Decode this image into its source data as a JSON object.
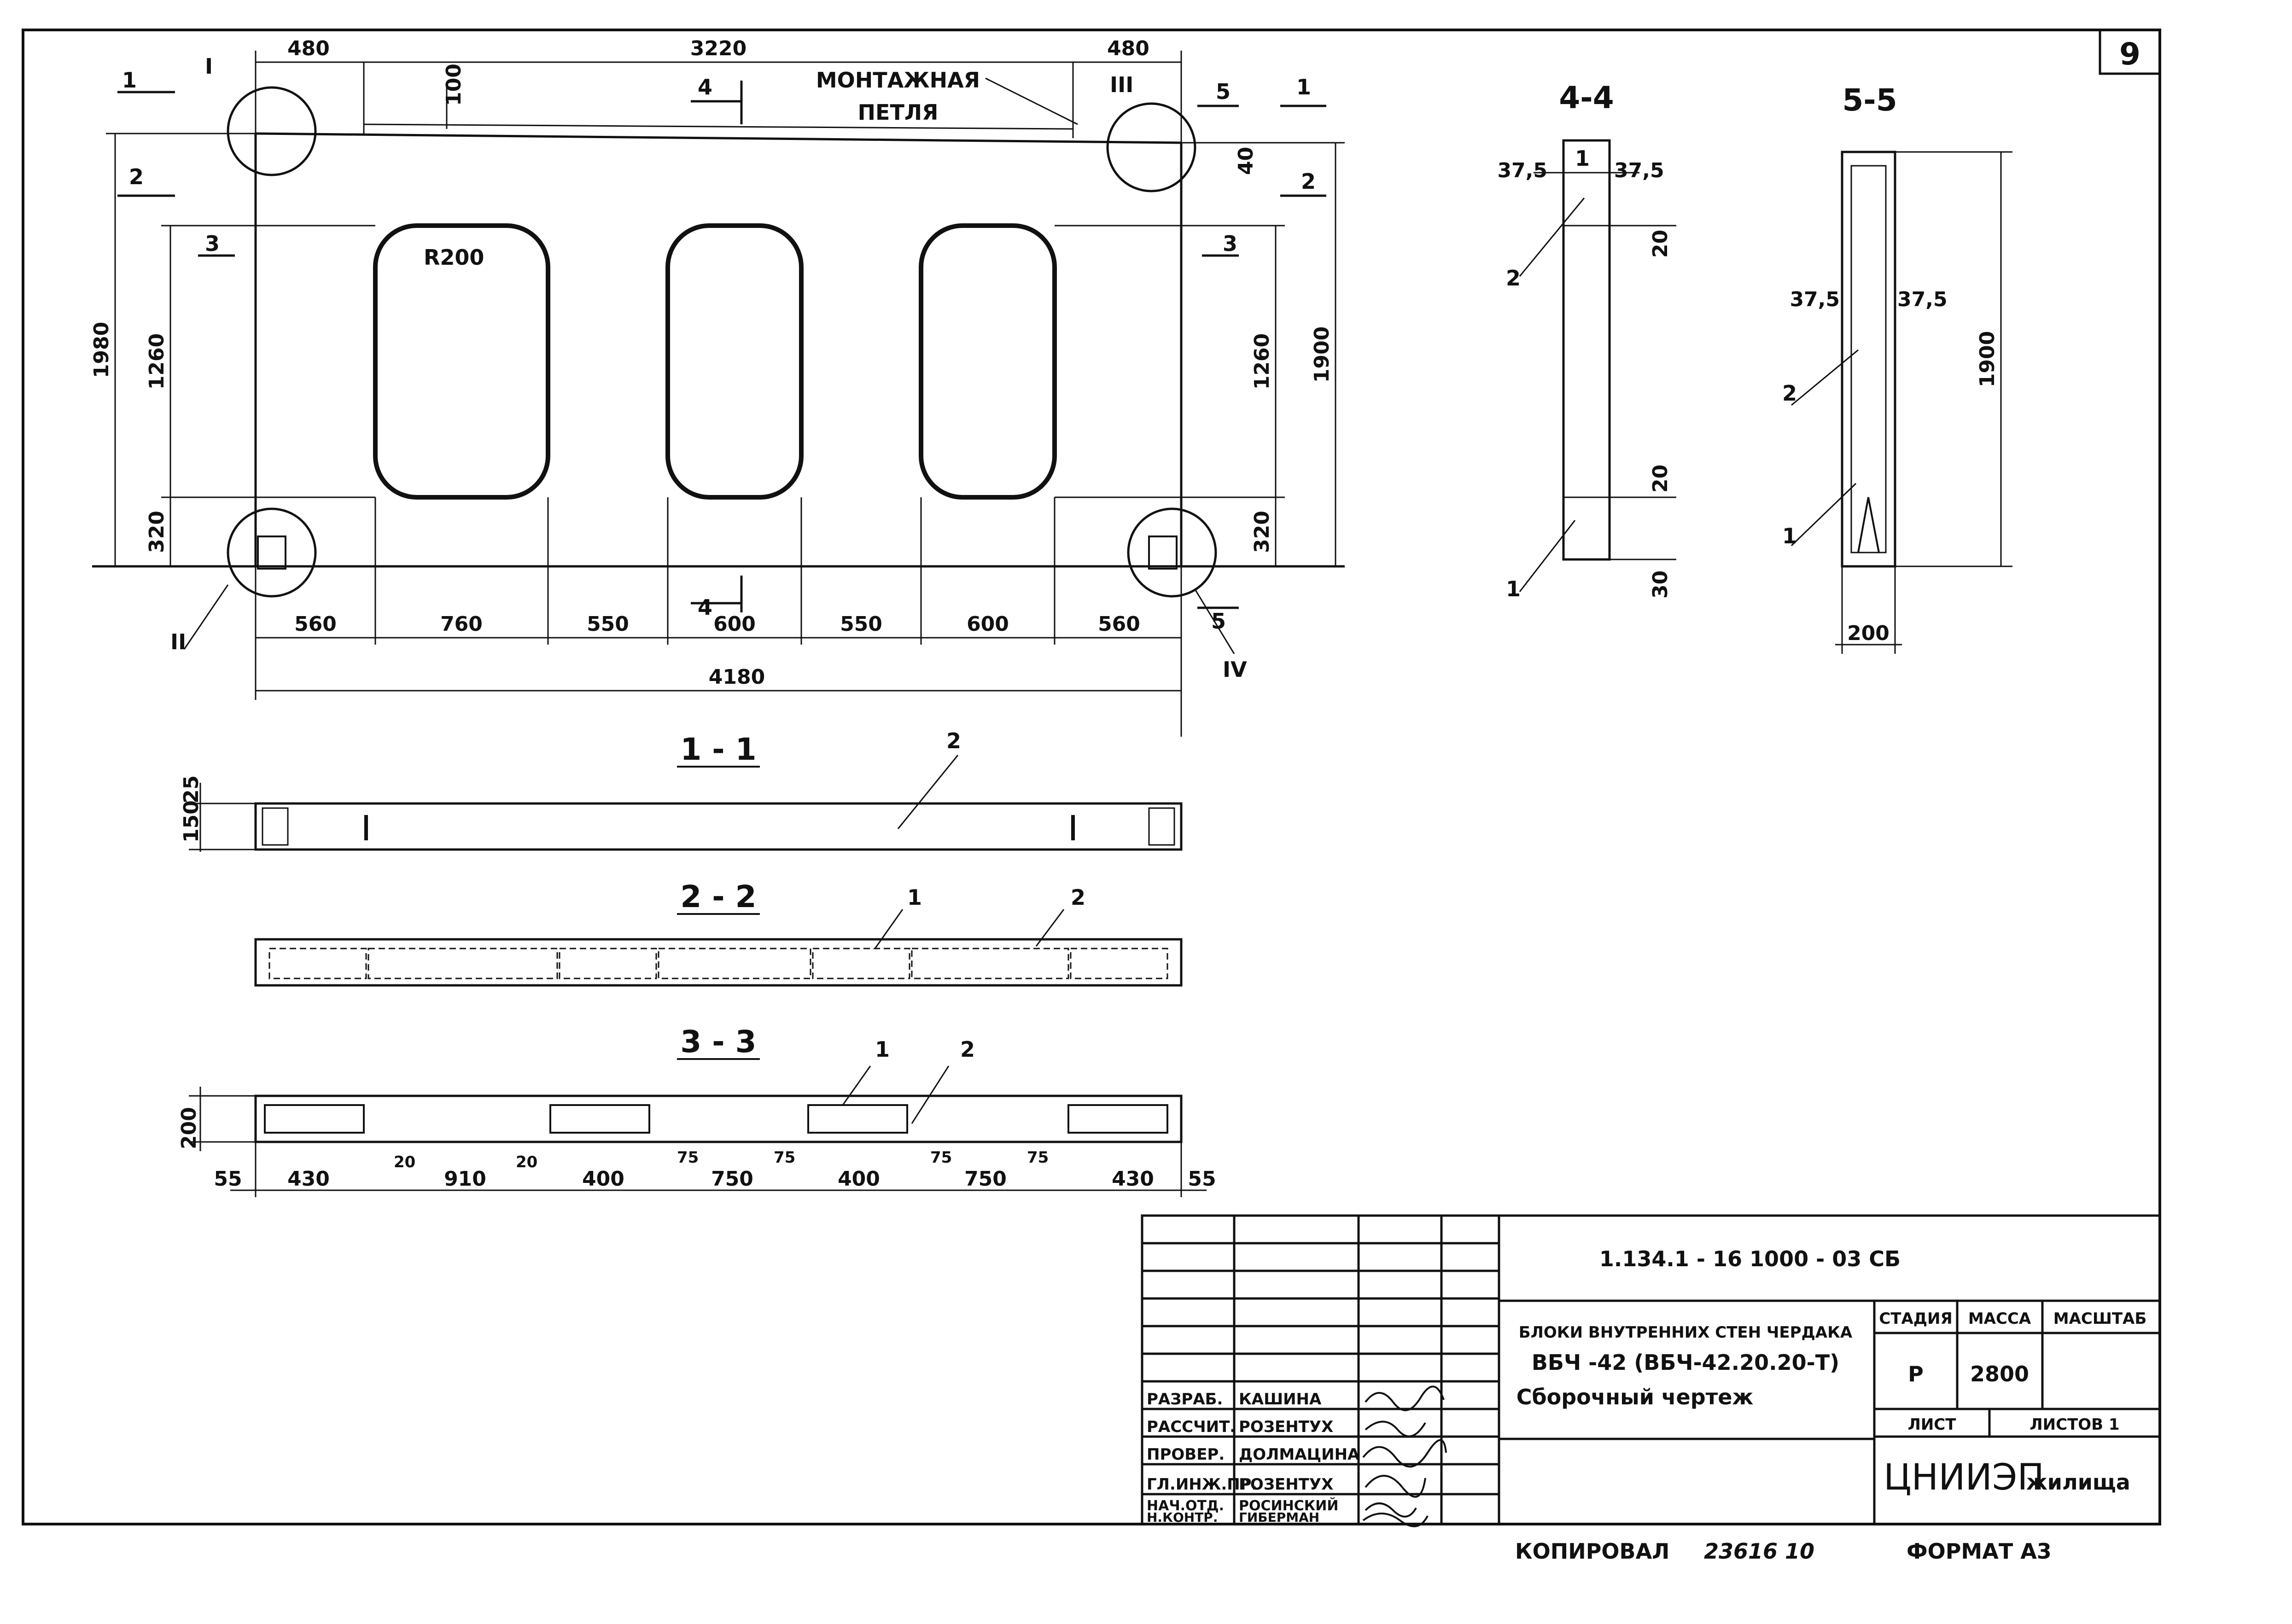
{
  "sheet": {
    "number": "9",
    "format_label": "ФОРМАТ А3",
    "copied_label": "КОПИРОВАЛ",
    "copied_number": "23616   10"
  },
  "plan": {
    "dims_top": [
      "480",
      "3220",
      "480"
    ],
    "mount_loop_line1": "МОНТАЖНАЯ",
    "mount_loop_line2": "ПЕТЛЯ",
    "dim_100": "100",
    "dim_40": "40",
    "radius_label": "R200",
    "dims_bottom": [
      "560",
      "760",
      "550",
      "600",
      "550",
      "600",
      "560"
    ],
    "dim_total": "4180",
    "dim_height_left": "1980",
    "dim_opening_left": "1260",
    "dim_bottom_left": "320",
    "dim_opening_right": "1260",
    "dim_height_right": "1900",
    "dim_bottom_right": "320",
    "callouts": [
      "I",
      "II",
      "III",
      "IV"
    ],
    "section_marks": [
      "1",
      "2",
      "3",
      "4",
      "5"
    ]
  },
  "section_4_4": {
    "title": "4-4",
    "dim_left": "37,5",
    "dim_right": "37,5",
    "dim_top": "20",
    "dim_mid": "20",
    "dim_bottom": "30",
    "pos_labels": [
      "1",
      "2",
      "1"
    ]
  },
  "section_5_5": {
    "title": "5-5",
    "dim_left": "37,5",
    "dim_right": "37,5",
    "dim_height": "1900",
    "dim_width": "200",
    "pos_labels": [
      "2",
      "1"
    ]
  },
  "section_1_1": {
    "title": "1 - 1",
    "pos_label": "2",
    "dim_25": "25",
    "dim_150": "150"
  },
  "section_2_2": {
    "title": "2 - 2",
    "pos_labels": [
      "1",
      "2"
    ]
  },
  "section_3_3": {
    "title": "3 - 3",
    "pos_labels": [
      "1",
      "2"
    ],
    "dim_200": "200",
    "dims_bottom": [
      "55",
      "430",
      "910",
      "400",
      "750",
      "400",
      "750",
      "430",
      "55"
    ],
    "small_dims": [
      "20",
      "20",
      "75",
      "75",
      "75",
      "75"
    ]
  },
  "title_block": {
    "doc_code": "1.134.1 - 16 1000 - 03 СБ",
    "title_line1": "БЛОКИ ВНУТРЕННИХ СТЕН ЧЕРДАКА",
    "title_line2": "ВБЧ -42 (ВБЧ-42.20.20-Т)",
    "title_line3": "Сборочный чертеж",
    "stage_header": "СТАДИЯ",
    "mass_header": "МАССА",
    "scale_header": "МАСШТАБ",
    "stage_value": "Р",
    "mass_value": "2800",
    "sheet_label": "ЛИСТ",
    "sheets_label": "ЛИСТОВ 1",
    "org_name": "ЦНИИЭП",
    "org_suffix": "жилища",
    "roles": [
      {
        "role": "РАЗРАБ.",
        "name": "КАШИНА"
      },
      {
        "role": "РАССЧИТ.",
        "name": "РОЗЕНТУХ"
      },
      {
        "role": "ПРОВЕР.",
        "name": "ДОЛМАЦИНА"
      },
      {
        "role": "ГЛ.ИНЖ.ПР.",
        "name": "РОЗЕНТУХ"
      },
      {
        "role": "НАЧ.ОТД.",
        "name": "РОСИНСКИЙ"
      },
      {
        "role": "Н.КОНТР.",
        "name": "ГИБЕРМАН"
      }
    ]
  }
}
